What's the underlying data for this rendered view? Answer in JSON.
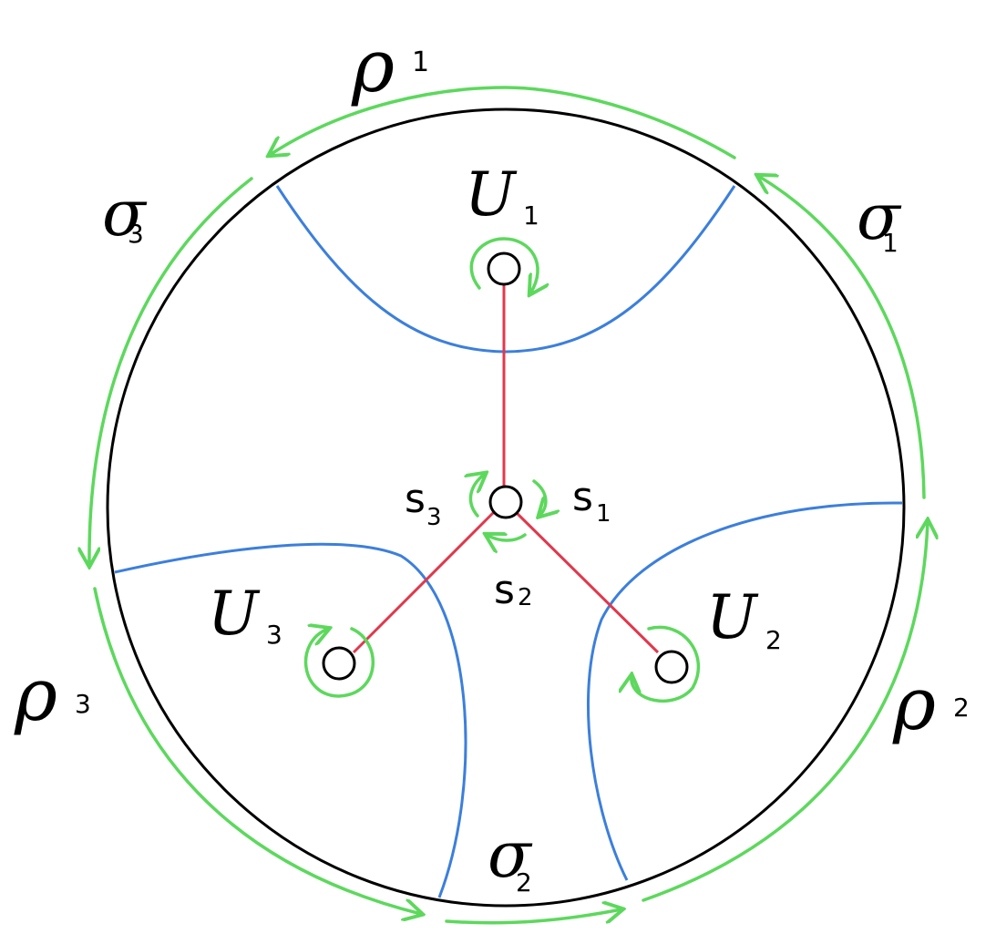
{
  "labels": {
    "rho1": {
      "main": "ρ",
      "sub": "1"
    },
    "rho2": {
      "main": "ρ",
      "sub": "2"
    },
    "rho3": {
      "main": "ρ",
      "sub": "3"
    },
    "sigma1": {
      "main": "σ",
      "sub": "1"
    },
    "sigma2": {
      "main": "σ",
      "sub": "2"
    },
    "sigma3": {
      "main": "σ",
      "sub": "3"
    },
    "u1": {
      "main": "U",
      "sub": "1"
    },
    "u2": {
      "main": "U",
      "sub": "2"
    },
    "u3": {
      "main": "U",
      "sub": "3"
    },
    "s1": {
      "main": "s",
      "sub": "1"
    },
    "s2": {
      "main": "s",
      "sub": "2"
    },
    "s3": {
      "main": "s",
      "sub": "3"
    }
  },
  "colors": {
    "boundary": "#000000",
    "blue_curves": "#3c7fdc",
    "red_edges": "#e0384c",
    "green_arrows": "#5dd85d"
  }
}
